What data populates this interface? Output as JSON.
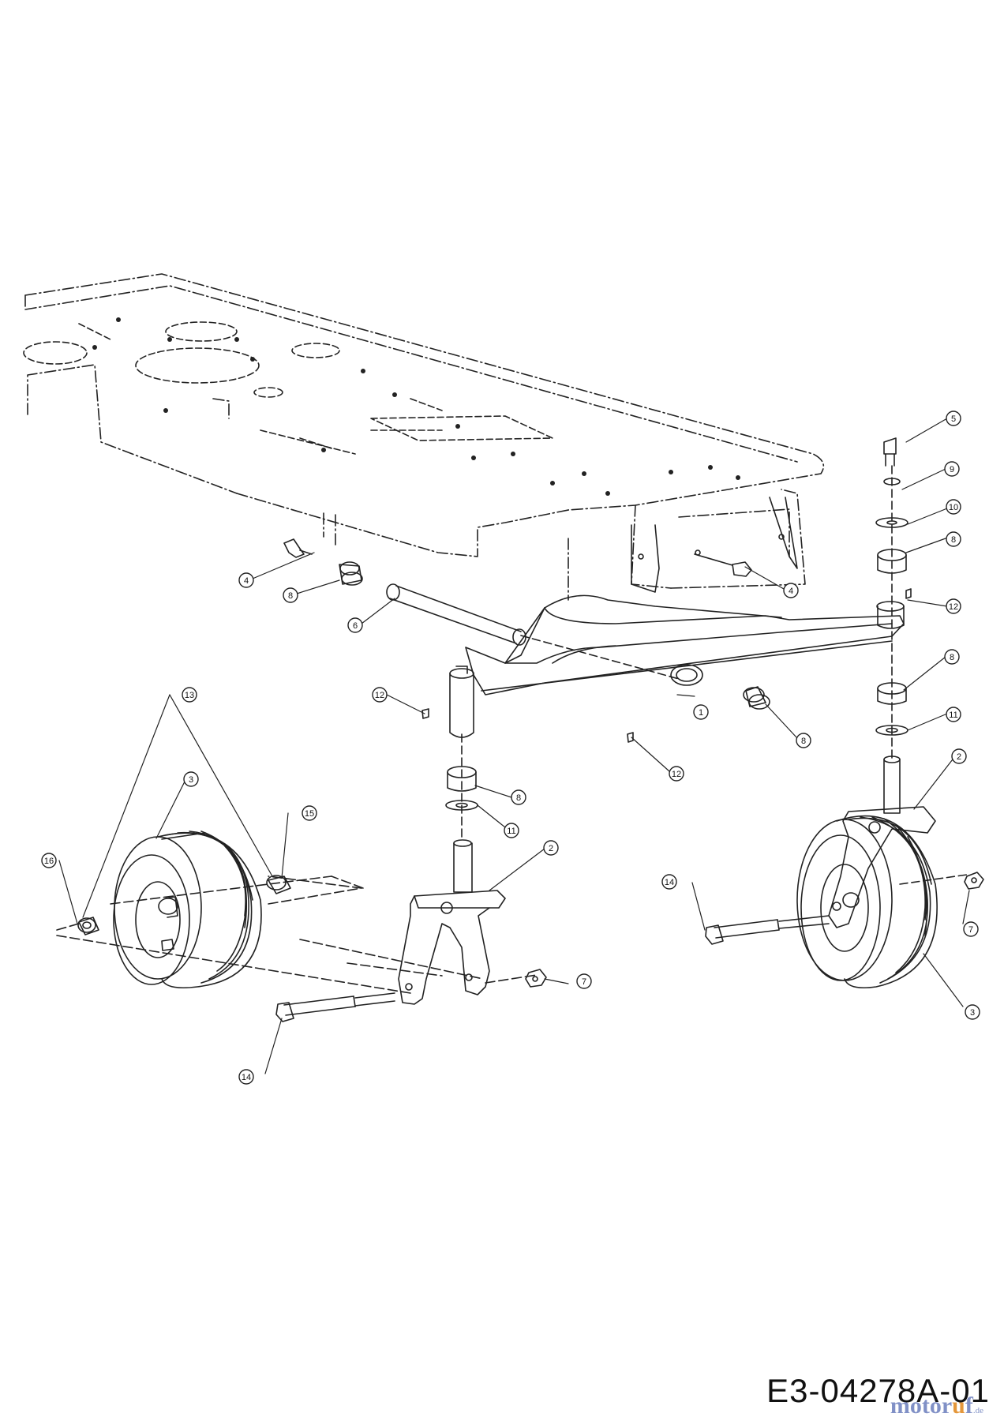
{
  "drawing_number": "E3-04278A-01",
  "watermark": {
    "brand_a": "motor",
    "brand_dot": "u",
    "brand_b": "f",
    "tld": ".de"
  },
  "callouts": [
    {
      "id": "c5",
      "label": "5"
    },
    {
      "id": "c9",
      "label": "9"
    },
    {
      "id": "c10",
      "label": "10"
    },
    {
      "id": "c8a",
      "label": "8"
    },
    {
      "id": "c12a",
      "label": "12"
    },
    {
      "id": "c8b",
      "label": "8"
    },
    {
      "id": "c11a",
      "label": "11"
    },
    {
      "id": "c2a",
      "label": "2"
    },
    {
      "id": "c4a",
      "label": "4"
    },
    {
      "id": "c4b",
      "label": "4"
    },
    {
      "id": "c8c",
      "label": "8"
    },
    {
      "id": "c6",
      "label": "6"
    },
    {
      "id": "c12b",
      "label": "12"
    },
    {
      "id": "c1",
      "label": "1"
    },
    {
      "id": "c8d",
      "label": "8"
    },
    {
      "id": "c12c",
      "label": "12"
    },
    {
      "id": "c8e",
      "label": "8"
    },
    {
      "id": "c11b",
      "label": "11"
    },
    {
      "id": "c2b",
      "label": "2"
    },
    {
      "id": "c13",
      "label": "13"
    },
    {
      "id": "c3a",
      "label": "3"
    },
    {
      "id": "c15",
      "label": "15"
    },
    {
      "id": "c16",
      "label": "16"
    },
    {
      "id": "c14a",
      "label": "14"
    },
    {
      "id": "c7a",
      "label": "7"
    },
    {
      "id": "c14b",
      "label": "14"
    },
    {
      "id": "c7b",
      "label": "7"
    },
    {
      "id": "c3b",
      "label": "3"
    }
  ]
}
